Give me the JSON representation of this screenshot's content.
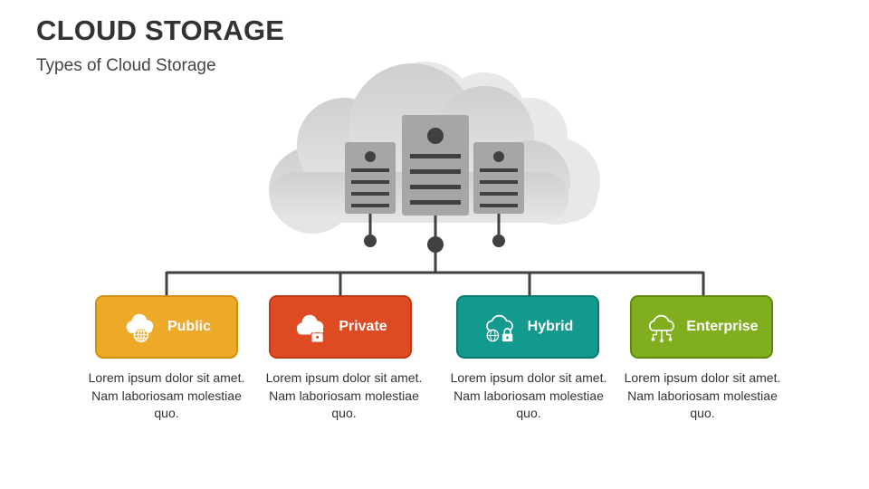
{
  "header": {
    "title": "CLOUD STORAGE",
    "subtitle": "Types of Cloud Storage"
  },
  "colors": {
    "public": "#EEA929",
    "private": "#DE4B22",
    "hybrid": "#139A8E",
    "enterprise": "#80AE1E",
    "cloud": "#D9D9D9",
    "server": "#A6A6A6",
    "connector": "#404040"
  },
  "cards": [
    {
      "label": "Public",
      "icon": "cloud-globe-icon",
      "description": "Lorem ipsum dolor sit amet. Nam laboriosam molestiae quo."
    },
    {
      "label": "Private",
      "icon": "cloud-lock-icon",
      "description": "Lorem ipsum dolor sit amet. Nam laboriosam molestiae quo."
    },
    {
      "label": "Hybrid",
      "icon": "cloud-globe-lock-icon",
      "description": "Lorem ipsum dolor sit amet. Nam laboriosam molestiae quo."
    },
    {
      "label": "Enterprise",
      "icon": "cloud-network-icon",
      "description": "Lorem ipsum dolor sit amet. Nam laboriosam molestiae quo."
    }
  ]
}
